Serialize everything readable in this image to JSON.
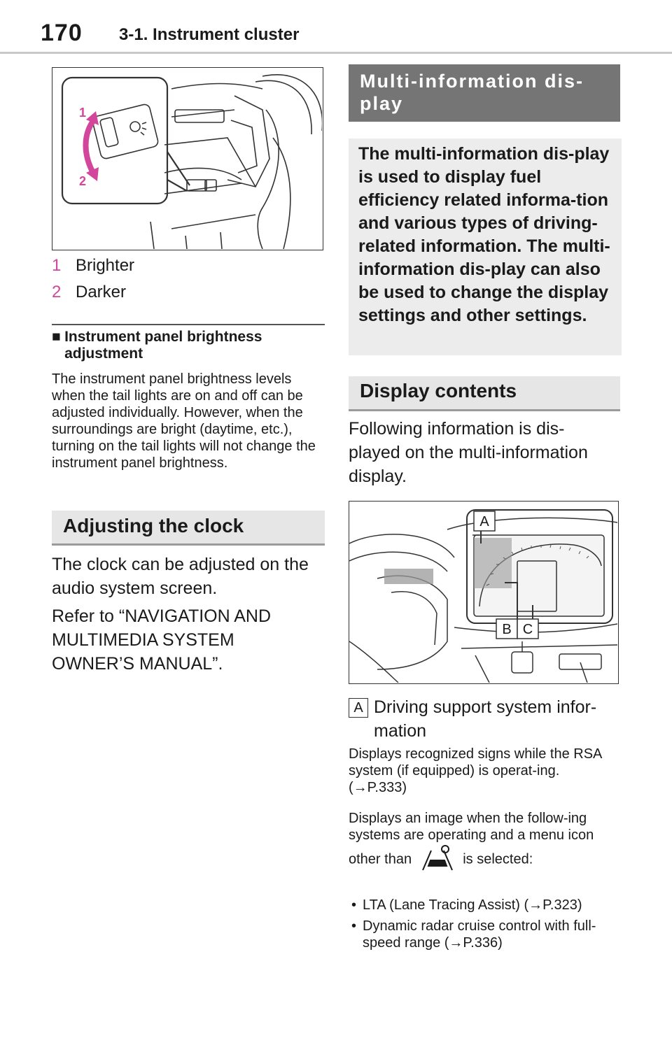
{
  "header": {
    "page_number": "170",
    "section": "3-1. Instrument cluster"
  },
  "figure1": {
    "labels": [
      "1",
      "2"
    ]
  },
  "legend": [
    {
      "num": "1",
      "label": "Brighter"
    },
    {
      "num": "2",
      "label": "Darker"
    }
  ],
  "brightness": {
    "heading": "Instrument panel brightness adjustment",
    "body": "The instrument panel brightness levels when the tail lights are on and off can be adjusted individually. However, when the surroundings are bright (daytime, etc.), turning on the tail lights will not change the instrument panel brightness."
  },
  "clock": {
    "heading": "Adjusting the clock",
    "para1": "The clock can be adjusted on the audio system screen.",
    "para2": "Refer to “NAVIGATION AND MULTIMEDIA SYSTEM OWNER’S MANUAL”."
  },
  "mid": {
    "heading": "Multi-information dis-play",
    "intro": "The multi-information dis-play is used to display fuel efficiency related informa-tion and various types of driving-related information. The multi-information dis-play can also be used to change the display settings and other settings."
  },
  "display": {
    "heading": "Display contents",
    "intro": "Following information is dis-played on the multi-information display.",
    "figure_labels": [
      "A",
      "B",
      "C"
    ],
    "item_marker": "A",
    "item_title": "Driving support system infor-mation",
    "rsa_text": "Displays recognized signs while the RSA system (if equipped) is operat-ing. (→P.333)",
    "image_text_pre": "Displays an image when the follow-ing systems are operating and a menu icon other than",
    "image_text_post": "is selected:",
    "bullets": [
      "LTA (Lane Tracing Assist) (→P.323)",
      "Dynamic radar cruise control with full-speed range (→P.336)"
    ]
  },
  "colors": {
    "legend_number": "#d2479b",
    "dark_bar": "#757575",
    "heading_bg": "#e6e6e6",
    "intro_bg": "#ececec"
  }
}
